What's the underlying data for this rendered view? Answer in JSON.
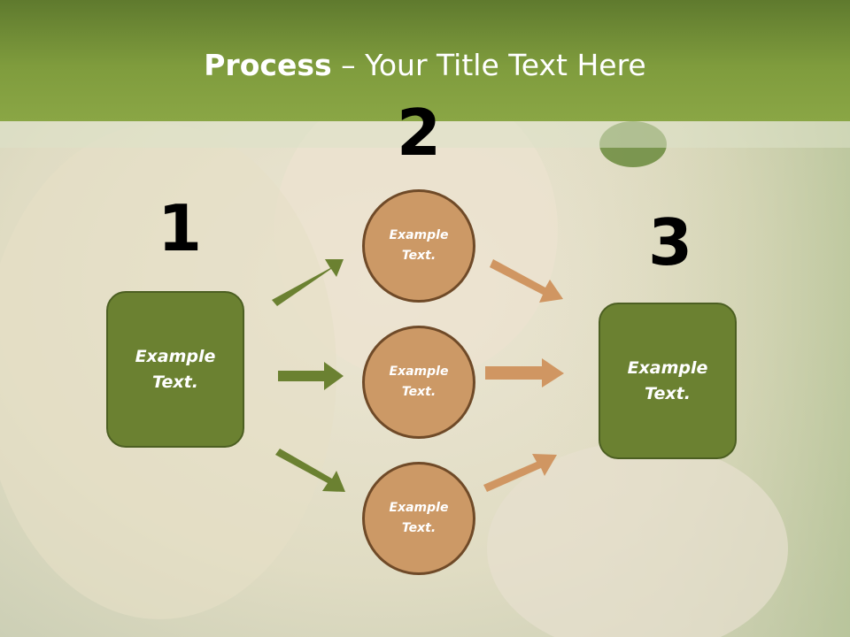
{
  "slide": {
    "title_bold": "Process",
    "title_rest": " – Your Title Text Here",
    "step_numbers": [
      "1",
      "2",
      "3"
    ],
    "left_box": {
      "text": "Example Text."
    },
    "right_box": {
      "text": "Example Text."
    },
    "circles": [
      {
        "text": "Example Text."
      },
      {
        "text": "Example Text."
      },
      {
        "text": "Example Text."
      }
    ]
  },
  "colors": {
    "header_green": "#7f9c3d",
    "box_green": "#6b8131",
    "circle_tan": "#cc9966",
    "circle_border": "#6f4a28",
    "arrow_green": "#6b8131",
    "arrow_tan": "#d09662"
  }
}
